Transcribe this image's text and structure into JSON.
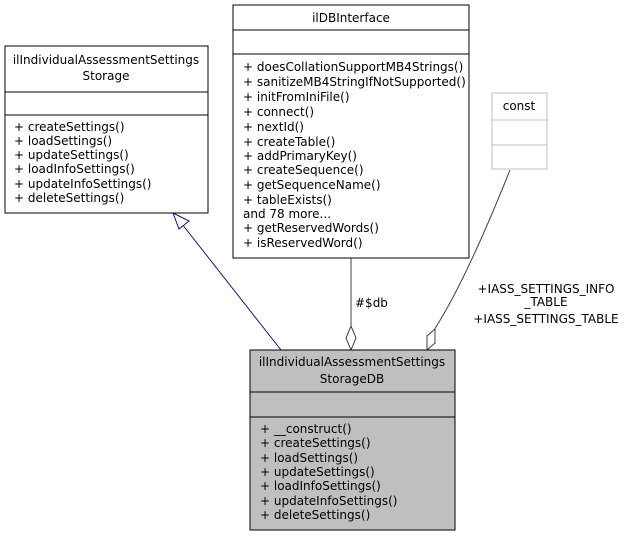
{
  "classes": {
    "storage": {
      "title_lines": [
        "ilIndividualAssessmentSettings",
        "Storage"
      ],
      "attributes": [],
      "methods": [
        "+ createSettings()",
        "+ loadSettings()",
        "+ updateSettings()",
        "+ loadInfoSettings()",
        "+ updateInfoSettings()",
        "+ deleteSettings()"
      ]
    },
    "dbinterface": {
      "title_lines": [
        "ilDBInterface"
      ],
      "attributes": [],
      "methods": [
        "+ doesCollationSupportMB4Strings()",
        "+ sanitizeMB4StringIfNotSupported()",
        "+ initFromIniFile()",
        "+ connect()",
        "+ nextId()",
        "+ createTable()",
        "+ addPrimaryKey()",
        "+ createSequence()",
        "+ getSequenceName()",
        "+ tableExists()",
        "and 78 more...",
        "+ getReservedWords()",
        "+ isReservedWord()"
      ]
    },
    "const": {
      "title_lines": [
        "const"
      ],
      "attributes": [],
      "methods": []
    },
    "storagedb": {
      "title_lines": [
        "ilIndividualAssessmentSettings",
        "StorageDB"
      ],
      "attributes": [],
      "methods": [
        "+ __construct()",
        "+ createSettings()",
        "+ loadSettings()",
        "+ updateSettings()",
        "+ loadInfoSettings()",
        "+ updateInfoSettings()",
        "+ deleteSettings()"
      ]
    }
  },
  "edges": {
    "db_label": "#$db",
    "const_labels": [
      "+IASS_SETTINGS_INFO",
      "_TABLE",
      "+IASS_SETTINGS_TABLE"
    ]
  },
  "colors": {
    "inheritance_edge": "#191970",
    "composition_edge": "#404040",
    "focus_fill": "#bfbfbf",
    "const_border": "#bfbfbf"
  }
}
